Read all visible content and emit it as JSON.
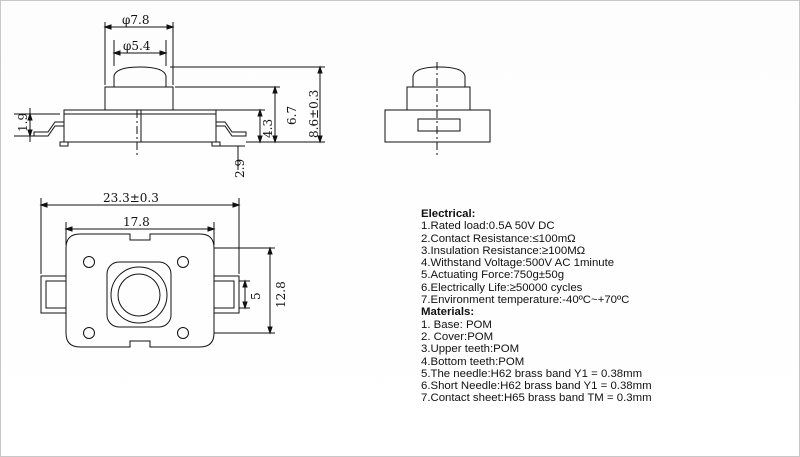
{
  "dimensions": {
    "d78": "φ7.8",
    "d54": "φ5.4",
    "h19": "1.9",
    "h43": "4.3",
    "h67": "6.7",
    "h86": "8.6±0.3",
    "h29": "2.9",
    "w233": "23.3±0.3",
    "w178": "17.8",
    "h5": "5",
    "h128": "12.8"
  },
  "specs": {
    "electrical_title": "Electrical:",
    "electrical": [
      "1.Rated load:0.5A 50V DC",
      "2.Contact Resistance:≤100mΩ",
      "3.Insulation Resistance:≥100MΩ",
      "4.Withstand Voltage:500V AC 1minute",
      "5.Actuating Force:750g±50g",
      "6.Electrically Life:≥50000 cycles",
      "7.Environment temperature:-40ºC~+70ºC"
    ],
    "materials_title": "Materials:",
    "materials": [
      "1. Base: POM",
      "2. Cover:POM",
      "3.Upper teeth:POM",
      "4.Bottom teeth:POM",
      "5.The needle:H62 brass band Y1 = 0.38mm",
      "6.Short Needle:H62 brass band Y1 = 0.38mm",
      "7.Contact sheet:H65 brass band TM = 0.3mm"
    ]
  }
}
